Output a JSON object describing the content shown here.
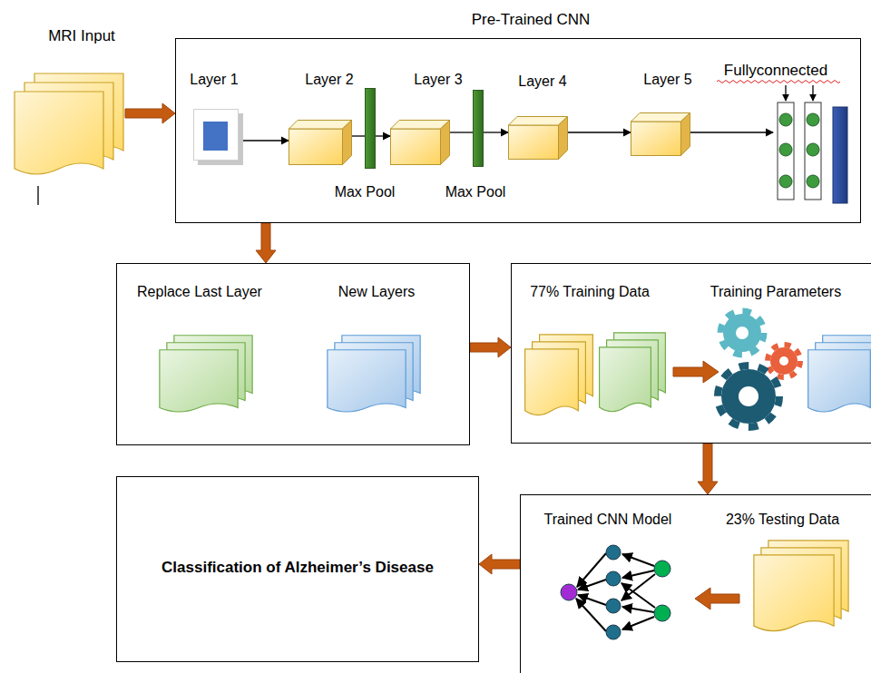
{
  "diagram": {
    "nodes": [
      {
        "text": [
          "MRI Input"
        ]
      },
      {
        "text": [
          "Pre-Trained CNN"
        ]
      },
      {
        "text": [
          "Layer 1"
        ],
        "in": 1
      },
      {
        "text": [
          "Layer 2"
        ],
        "in": 1
      },
      {
        "text": [
          "Max Pool"
        ],
        "in": 1
      },
      {
        "text": [
          "Layer 3"
        ],
        "in": 1
      },
      {
        "text": [
          "Max Pool"
        ],
        "in": 1
      },
      {
        "text": [
          "Layer 4"
        ],
        "in": 1
      },
      {
        "text": [
          "Layer 5"
        ],
        "in": 1
      },
      {
        "text": [
          "Fullyconnected"
        ],
        "in": 1
      },
      {
        "text": [
          "Replace Last Layer",
          "New Layers"
        ]
      },
      {
        "text": [
          "77% Training Data",
          "Training Parameters"
        ]
      },
      {
        "text": [
          "Trained CNN Model",
          "23% Testing Data"
        ]
      },
      {
        "text": [
          "Classification of Alzheimer’s Disease"
        ]
      }
    ],
    "edges": [
      {
        "from": 0,
        "to": 1,
        "arrow": "to"
      },
      {
        "from": 2,
        "to": 3,
        "arrow": "to"
      },
      {
        "from": 3,
        "to": 4,
        "arrow": "none"
      },
      {
        "from": 4,
        "to": 5,
        "arrow": "to"
      },
      {
        "from": 5,
        "to": 6,
        "arrow": "none"
      },
      {
        "from": 6,
        "to": 7,
        "arrow": "to"
      },
      {
        "from": 7,
        "to": 8,
        "arrow": "to"
      },
      {
        "from": 8,
        "to": 9,
        "arrow": "to"
      },
      {
        "from": 1,
        "to": 10,
        "arrow": "to"
      },
      {
        "from": 10,
        "to": 11,
        "arrow": "to"
      },
      {
        "from": 11,
        "to": 12,
        "arrow": "to"
      },
      {
        "from": 12,
        "to": 13,
        "arrow": "to"
      }
    ]
  }
}
